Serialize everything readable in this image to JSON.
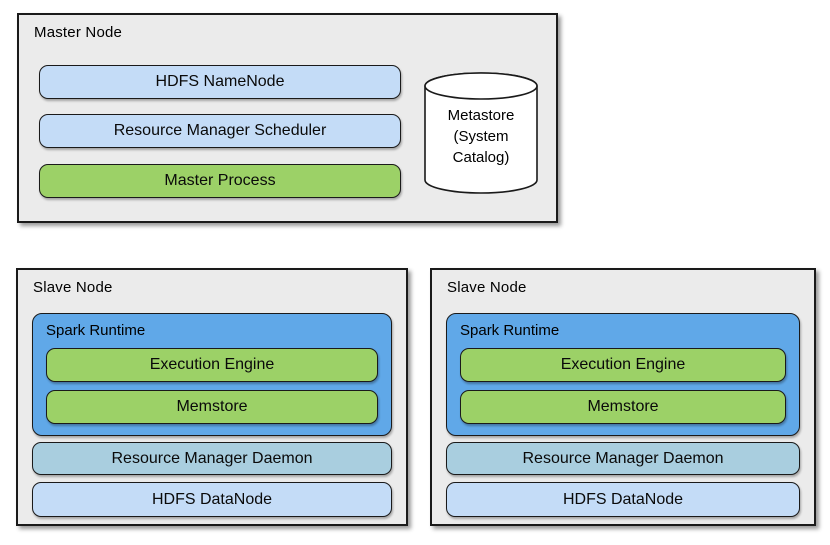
{
  "colors": {
    "node_background": "#ebebeb",
    "node_border": "#1a1a1a",
    "light_blue_box": "#c4dcf7",
    "green_box": "#9cd167",
    "spark_blue_box": "#60a8e8",
    "muted_blue_box": "#a9cedf",
    "cylinder_fill": "#ffffff"
  },
  "master_node": {
    "title": "Master Node",
    "boxes": [
      {
        "label": "HDFS NameNode"
      },
      {
        "label": "Resource Manager Scheduler"
      },
      {
        "label": "Master Process"
      }
    ],
    "metastore": {
      "lines": [
        "Metastore",
        "(System",
        "Catalog)"
      ]
    }
  },
  "slave_nodes": [
    {
      "title": "Slave Node",
      "spark": {
        "title": "Spark Runtime",
        "boxes": [
          "Execution Engine",
          "Memstore"
        ]
      },
      "boxes": [
        "Resource Manager Daemon",
        "HDFS DataNode"
      ]
    },
    {
      "title": "Slave Node",
      "spark": {
        "title": "Spark Runtime",
        "boxes": [
          "Execution Engine",
          "Memstore"
        ]
      },
      "boxes": [
        "Resource Manager Daemon",
        "HDFS DataNode"
      ]
    }
  ]
}
